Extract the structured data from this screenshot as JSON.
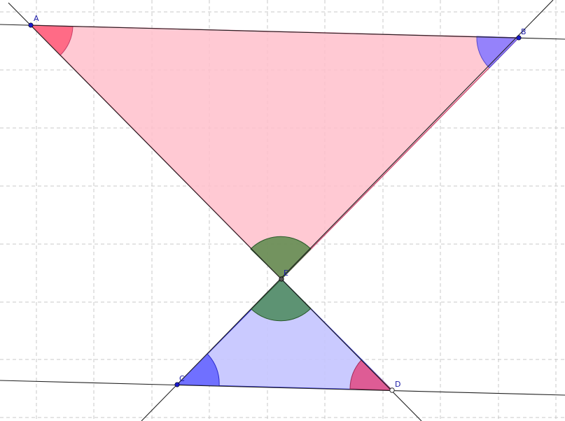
{
  "points": {
    "A": {
      "label": "A"
    },
    "B": {
      "label": "B"
    },
    "C": {
      "label": "C"
    },
    "D": {
      "label": "D"
    },
    "E": {
      "label": "E"
    }
  },
  "colors": {
    "grid": "#c8c8c8",
    "line": "#222222",
    "upper_triangle_fill": "#ffc0cb",
    "upper_triangle_stroke": "#c8406a",
    "lower_triangle_fill": "#c4c4ff",
    "lower_triangle_stroke": "#2a2acc",
    "angle_red": "#ff5a78",
    "angle_blue": "#6a6aff",
    "angle_green": "#4a8a4a",
    "angle_pink": "#e0508a",
    "point": "#1a1acc",
    "label": "#1a1aa6"
  }
}
